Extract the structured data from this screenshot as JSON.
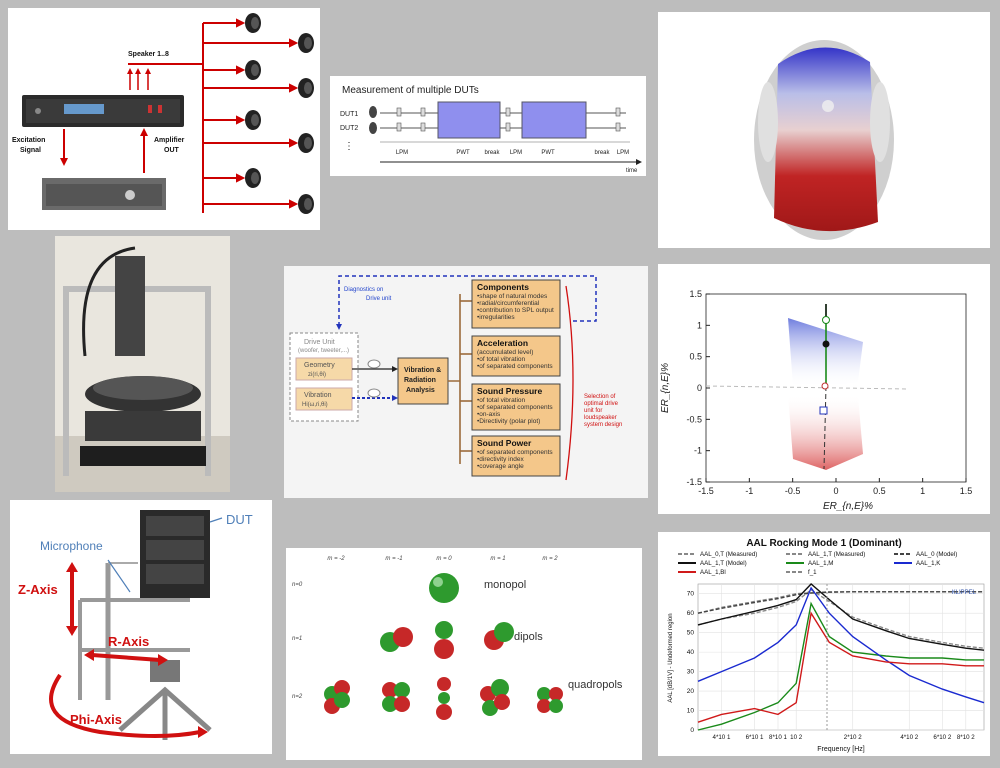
{
  "speaker_panel": {
    "speaker_label": "Speaker  1..8",
    "excitation_label": "Excitation\nSignal",
    "excitation_line1": "Excitation",
    "excitation_line2": "Signal",
    "amplifier_line1": "Amplifier",
    "amplifier_line2": "OUT"
  },
  "dut_timeline": {
    "title": "Measurement of multiple DUTs",
    "dut1": "DUT1",
    "dut2": "DUT2",
    "dots": "⋮",
    "labels": [
      "LPM",
      "PWT",
      "break",
      "LPM",
      "PWT",
      "break",
      "LPM"
    ],
    "time_label": "time"
  },
  "flow_diagram": {
    "diagnostics": "Diagnostics on",
    "drive_unit_label": "Drive unit",
    "drive_unit_box": "Drive Unit",
    "drive_unit_sub": "(woofer, tweeter,...)",
    "geometry": "Geometry",
    "geometry_sub": "zi(ri,θi)",
    "vibration": "Vibration",
    "vibration_sub": "Hi(ω,ri,θi)",
    "center1": "Vibration &",
    "center2": "Radiation",
    "center3": "Analysis",
    "boxes": [
      {
        "title": "Components",
        "items": [
          "•shape of natural modes",
          "•radial/circumferential",
          "•contribution to SPL output",
          "•irregularities"
        ]
      },
      {
        "title": "Acceleration",
        "items": [
          "(accumulated level)",
          "•of total vibration",
          "•of separated components"
        ]
      },
      {
        "title": "Sound Pressure",
        "items": [
          "•of total vibration",
          "•of separated components",
          "•on-axis",
          "•Directivity (polar plot)"
        ]
      },
      {
        "title": "Sound Power",
        "items": [
          "•of separated components",
          "•directivity index",
          "•coverage angle"
        ]
      }
    ],
    "selection": [
      "Selection of",
      "optimal drive",
      "unit for",
      "loudspeaker",
      "system design"
    ]
  },
  "scatter_plot": {
    "xlabel": "ER_{n,E}%",
    "ylabel": "ER_{n,E}%",
    "ticks": [
      "-1.5",
      "-1",
      "-0.5",
      "0",
      "0.5",
      "1",
      "1.5"
    ],
    "colors": {
      "positive": "#4a5bd6",
      "negative": "#d64a4a"
    }
  },
  "robot_panel": {
    "dut": "DUT",
    "microphone": "Microphone",
    "z_axis": "Z-Axis",
    "r_axis": "R-Axis",
    "phi_axis": "Phi-Axis",
    "accent": "#d01010"
  },
  "multipole": {
    "m_labels": [
      "m = -2",
      "m = -1",
      "m = 0",
      "m = 1",
      "m = 2"
    ],
    "n_labels": [
      "n=0",
      "n=1",
      "n=2"
    ],
    "monopol": "monopol",
    "dipols": "dipols",
    "quadropols": "quadropols"
  },
  "chart_data": {
    "type": "line",
    "title": "AAL Rocking Mode 1 (Dominant)",
    "xlabel": "Frequency [Hz]",
    "ylabel": "AAL [dB/1V] - Undeformed region",
    "brand": "KLIPPEL",
    "x_tick_labels": [
      "4*10 1",
      "6*10 1",
      "8*10 1",
      "10 2",
      "2*10 2",
      "4*10 2",
      "6*10 2",
      "8*10 2"
    ],
    "y_tick_labels": [
      "0",
      "10",
      "20",
      "30",
      "40",
      "50",
      "60",
      "70"
    ],
    "ylim": [
      0,
      75
    ],
    "x": [
      30,
      40,
      60,
      80,
      100,
      120,
      150,
      200,
      300,
      400,
      600,
      800,
      1000
    ],
    "series": [
      {
        "name": "AAL_0,T (Measured)",
        "color": "#888888",
        "dash": true,
        "values": [
          60,
          63,
          66,
          68,
          70,
          70.5,
          71,
          71,
          71,
          71,
          71,
          71,
          71
        ]
      },
      {
        "name": "AAL_1,T (Measured)",
        "color": "#888888",
        "dash": true,
        "values": [
          54,
          57,
          60,
          63,
          66,
          72,
          66,
          58,
          52,
          48,
          45,
          43,
          42
        ]
      },
      {
        "name": "AAL_0 (Model)",
        "color": "#444444",
        "dash": true,
        "values": [
          60,
          62.5,
          65.5,
          67.5,
          69.5,
          70.3,
          70.8,
          71,
          71,
          71,
          71,
          71,
          71
        ]
      },
      {
        "name": "AAL_1,T (Model)",
        "color": "#111111",
        "dash": false,
        "values": [
          54,
          57,
          61,
          64,
          67,
          75,
          67,
          57,
          51,
          47,
          44,
          42,
          41
        ]
      },
      {
        "name": "AAL_1,M",
        "color": "#1a8a1a",
        "dash": false,
        "values": [
          0,
          3,
          9,
          14,
          24,
          65,
          48,
          40,
          38,
          37,
          37,
          36,
          36
        ]
      },
      {
        "name": "AAL_1,K",
        "color": "#1a2ad0",
        "dash": false,
        "values": [
          25,
          30,
          37,
          45,
          54,
          73,
          60,
          48,
          36,
          28,
          21,
          17,
          14
        ]
      },
      {
        "name": "AAL_1,Bl",
        "color": "#d01a1a",
        "dash": false,
        "values": [
          4,
          8,
          11,
          8,
          14,
          60,
          45,
          38,
          35,
          34,
          34,
          33,
          33
        ]
      },
      {
        "name": "f_1",
        "color": "#888888",
        "dash": true,
        "values": []
      }
    ]
  }
}
